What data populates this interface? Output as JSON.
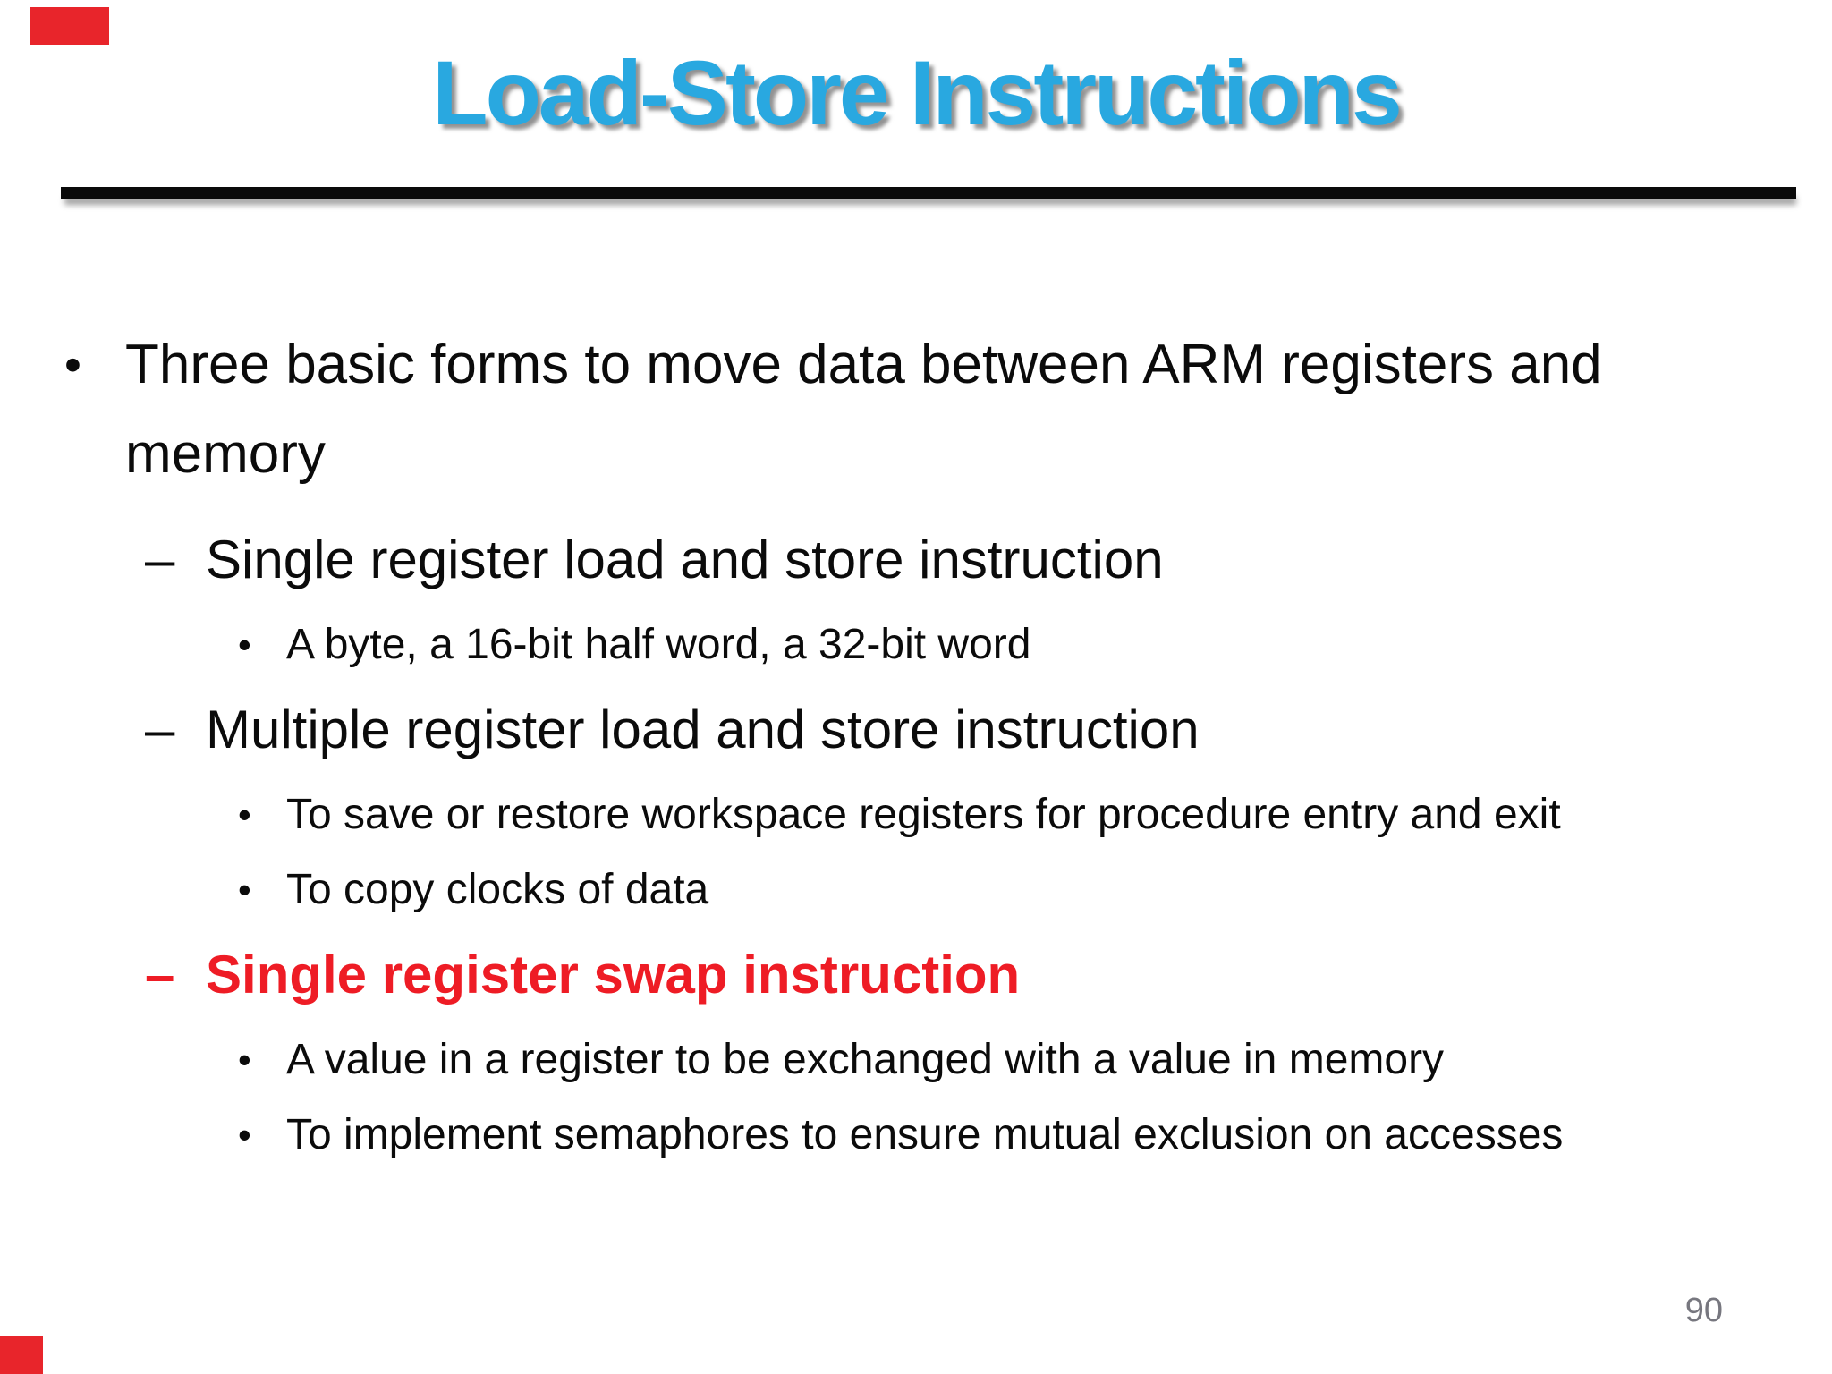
{
  "slide": {
    "title": "Load-Store Instructions",
    "page_number": "90"
  },
  "colors": {
    "title_blue": "#29a8e0",
    "emphasis_red": "#ee1c25",
    "text_black": "#0b0b0b",
    "rule_black": "#0a0a0a",
    "page_number_gray": "#77777f",
    "corner_mark_red": "#e8252b"
  },
  "content": {
    "items": [
      {
        "level": 1,
        "marker": "•",
        "emphasis": "normal",
        "text": "Three basic forms to move data between ARM registers and memory"
      },
      {
        "level": 2,
        "marker": "–",
        "emphasis": "normal",
        "text": "Single register load and store instruction"
      },
      {
        "level": 3,
        "marker": "•",
        "emphasis": "normal",
        "text": "A byte, a 16-bit half word, a 32-bit word"
      },
      {
        "level": 2,
        "marker": "–",
        "emphasis": "normal",
        "text": "Multiple register load and store instruction"
      },
      {
        "level": 3,
        "marker": "•",
        "emphasis": "normal",
        "text": "To save or restore workspace registers for procedure entry and exit"
      },
      {
        "level": 3,
        "marker": "•",
        "emphasis": "normal",
        "text": "To copy clocks of data"
      },
      {
        "level": 2,
        "marker": "–",
        "emphasis": "red-bold",
        "text": "Single register swap instruction"
      },
      {
        "level": 3,
        "marker": "•",
        "emphasis": "normal",
        "text": "A value in a register to be exchanged with a value in memory"
      },
      {
        "level": 3,
        "marker": "•",
        "emphasis": "normal",
        "text": "To implement semaphores to ensure mutual exclusion on accesses"
      }
    ]
  }
}
